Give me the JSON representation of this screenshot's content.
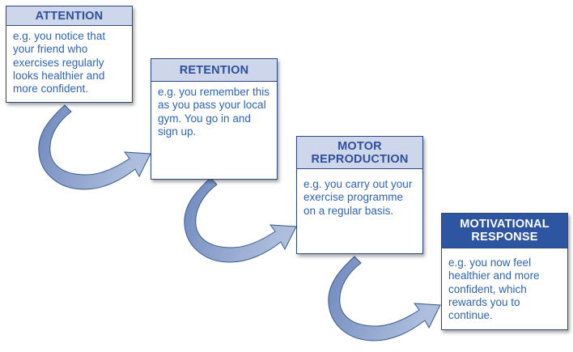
{
  "colors": {
    "border": "#2a4a7c",
    "light_header_fill": "#cdd6ea",
    "light_header_text": "#2e4f9a",
    "dark_header_fill": "#2e55a0",
    "dark_header_text": "#ffffff",
    "body_text": "#2f63b4",
    "arrow_fill_dark": "#6f88bc",
    "arrow_fill_light": "#aebfde"
  },
  "stages": [
    {
      "title": "ATTENTION",
      "text": "e.g. you notice that your friend who exercises regularly looks healthier and more confident."
    },
    {
      "title": "RETENTION",
      "text": "e.g. you remember this as you pass your local gym. You go in and sign up."
    },
    {
      "title": "MOTOR REPRODUCTION",
      "text": "e.g. you carry out your exercise programme on a regular basis."
    },
    {
      "title": "MOTIVATIONAL RESPONSE",
      "text": "e.g. you now feel healthier and more confident, which rewards you to continue."
    }
  ],
  "arrows": [
    {
      "icon": "curved-arrow-icon"
    },
    {
      "icon": "curved-arrow-icon"
    },
    {
      "icon": "curved-arrow-icon"
    }
  ]
}
